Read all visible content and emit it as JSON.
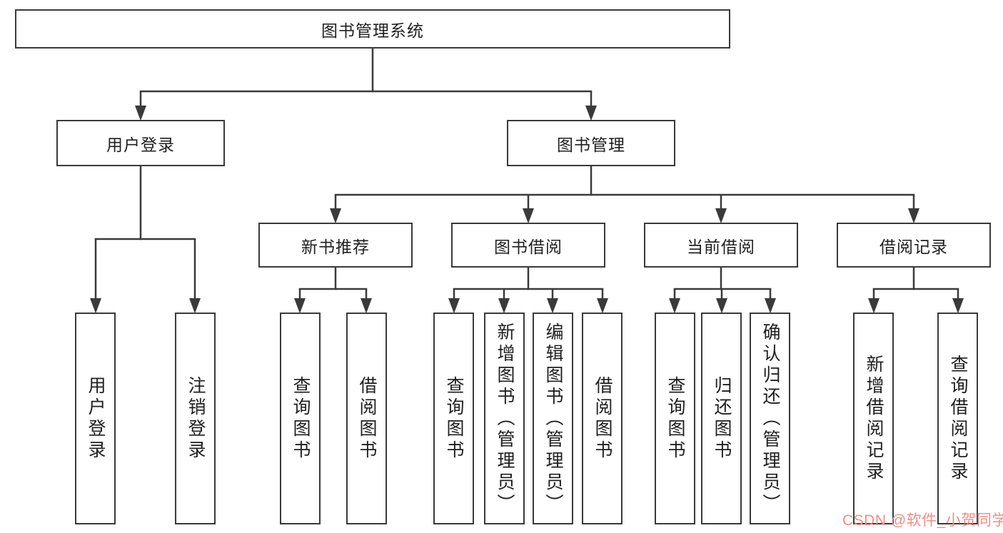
{
  "diagram": {
    "root": {
      "label": "图书管理系统"
    },
    "login": {
      "label": "用户登录",
      "children": [
        "用户登录",
        "注销登录"
      ]
    },
    "management": {
      "label": "图书管理",
      "groups": [
        {
          "label": "新书推荐",
          "children": [
            "查询图书",
            "借阅图书"
          ]
        },
        {
          "label": "图书借阅",
          "children": [
            "查询图书",
            "新增图书（管理员）",
            "编辑图书（管理员）",
            "借阅图书"
          ]
        },
        {
          "label": "当前借阅",
          "children": [
            "查询图书",
            "归还图书",
            "确认归还（管理员）"
          ]
        },
        {
          "label": "借阅记录",
          "children": [
            "新增借阅记录",
            "查询借阅记录"
          ]
        }
      ]
    }
  },
  "watermark": {
    "text": "CSDN @软件_小贺同学",
    "color": "#f08e85"
  },
  "colors": {
    "line": "#3a3a3a",
    "text": "#1f1f1f",
    "background": "#ffffff"
  }
}
